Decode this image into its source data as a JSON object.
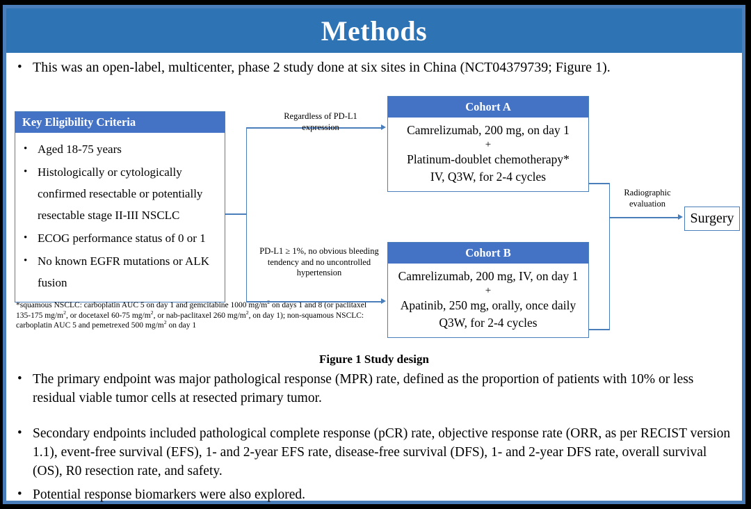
{
  "slide": {
    "title": "Methods",
    "accent_banner_color": "#2E74B5",
    "box_header_color": "#4472C4",
    "connector_color": "#4A7EBB",
    "frame_border_color": "#4A7EBB"
  },
  "lead_bullet": {
    "marker": "•",
    "text": "This was an open-label, multicenter, phase 2 study done at six sites in China (NCT04379739; Figure 1)."
  },
  "figure": {
    "caption": "Figure 1 Study design",
    "eligibility": {
      "header": "Key  Eligibility Criteria",
      "marker": "•",
      "items": [
        "Aged 18-75 years",
        "Histologically or cytologically confirmed resectable or potentially resectable stage II-III  NSCLC",
        "ECOG performance status of 0 or 1",
        "No known EGFR mutations or ALK fusion"
      ]
    },
    "footnote": "*squamous NSCLC: carboplatin AUC 5 on day 1 and gemcitabine 1000 mg/m2 on days 1 and 8 (or paclitaxel 135-175  mg/m2, or docetaxel 60-75 mg/m2, or nab-paclitaxel 260 mg/m2, on day 1); non-squamous NSCLC: carboplatin AUC 5 and pemetrexed 500 mg/m2 on day 1",
    "connector_labels": {
      "upper": "Regardless  of PD-L1 expression",
      "lower": "PD-L1 ≥ 1%, no obvious bleeding tendency  and no uncontrolled  hypertension",
      "right": "Radiographic evaluation"
    },
    "cohort_a": {
      "header": "Cohort A",
      "lines": [
        "Camrelizumab, 200 mg, on day 1",
        "+",
        "Platinum-doublet chemotherapy*",
        "IV, Q3W, for 2-4 cycles"
      ]
    },
    "cohort_b": {
      "header": "Cohort B",
      "lines": [
        "Camrelizumab, 200 mg, IV, on day 1",
        "+",
        "Apatinib, 250 mg, orally, once daily",
        "Q3W, for 2-4 cycles"
      ]
    },
    "surgery": {
      "label": "Surgery"
    }
  },
  "bullets": {
    "marker": "•",
    "primary": "The primary endpoint was major pathological response (MPR) rate, defined as the proportion of patients with 10% or less residual viable tumor cells at resected primary tumor.",
    "secondary": "Secondary endpoints included pathological complete response (pCR) rate, objective response rate (ORR, as per RECIST version 1.1), event-free survival (EFS), 1- and 2-year EFS rate, disease-free survival (DFS), 1- and 2-year DFS rate, overall survival (OS), R0 resection rate, and safety.",
    "biomarker": "Potential response biomarkers were also explored."
  }
}
